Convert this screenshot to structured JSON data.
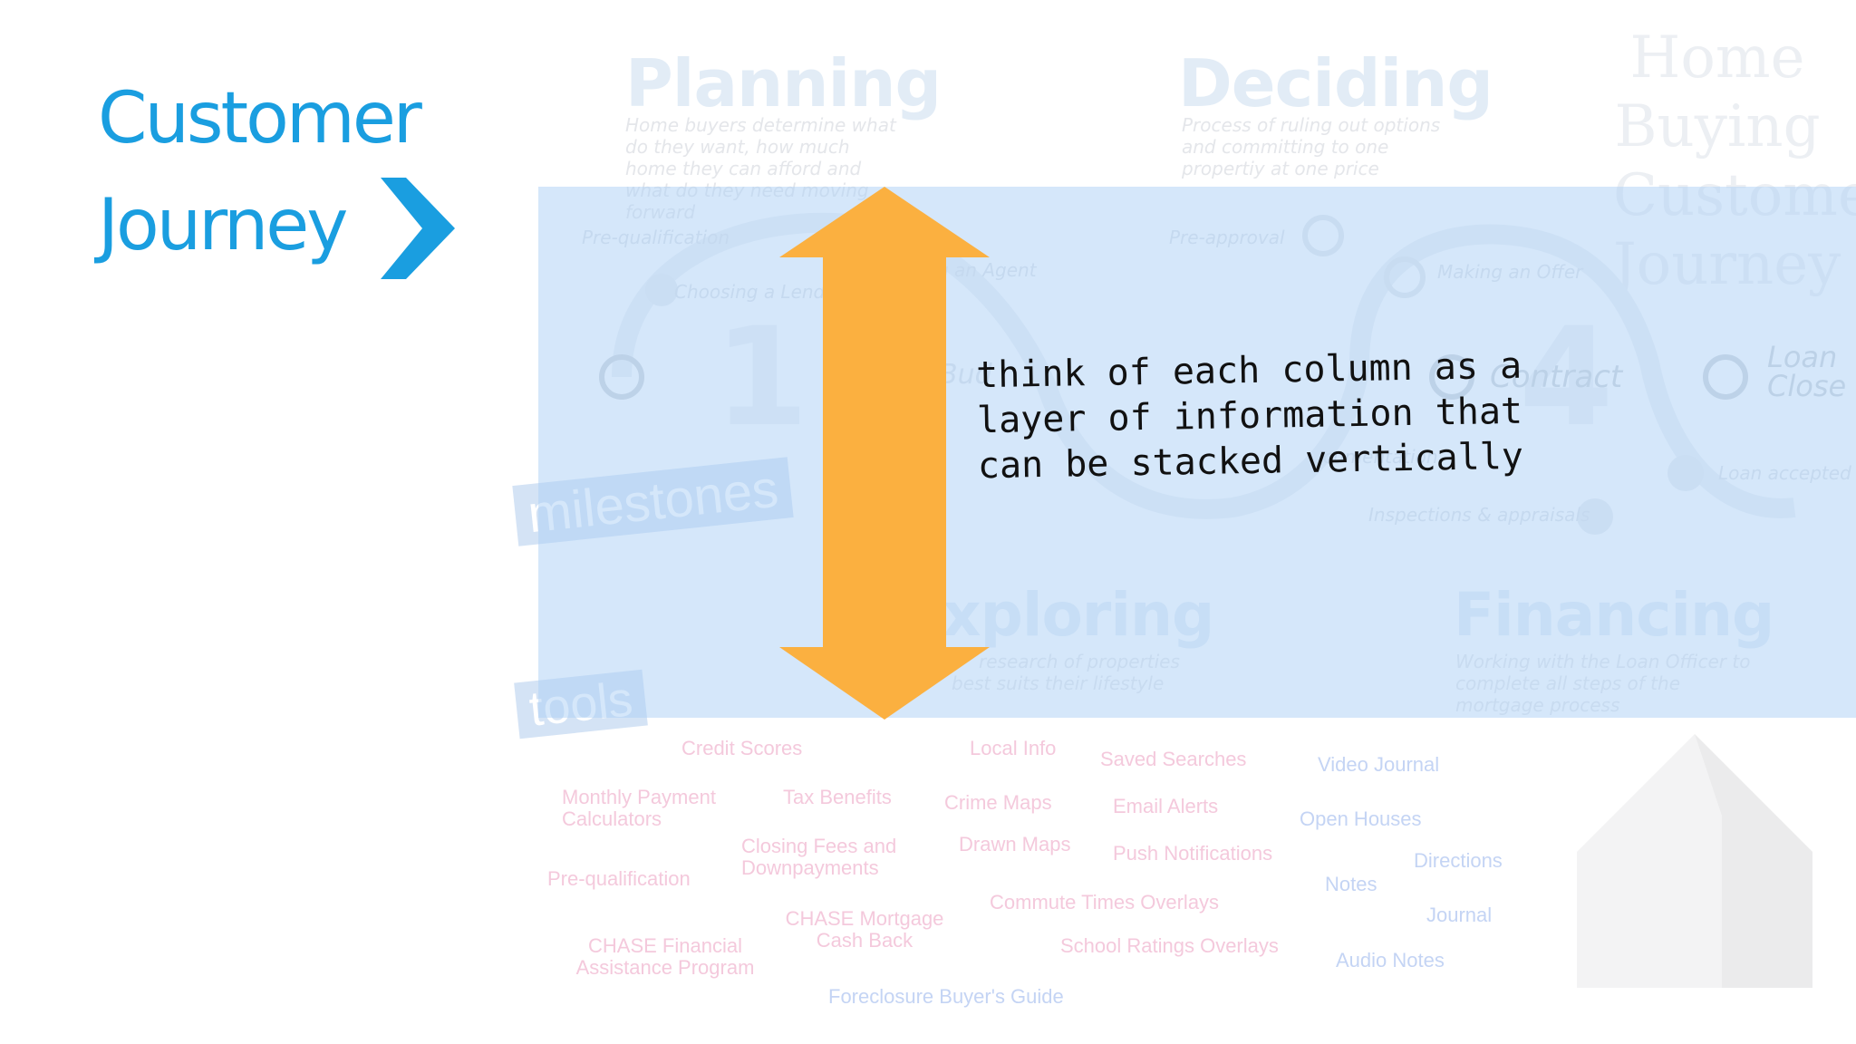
{
  "title": {
    "line1": "Customer",
    "line2": "Journey"
  },
  "colors": {
    "accent": "#1a9ee0",
    "stripe": "#abd0f6",
    "arrow": "#fbb040"
  },
  "phases": {
    "planning": {
      "title": "Planning",
      "desc": "Home buyers determine what do they want, how much home they can afford and what do they need moving forward"
    },
    "deciding": {
      "title": "Deciding",
      "desc": "Process of ruling out options and committing to one propertiy at one price"
    },
    "exploring": {
      "title": "xploring",
      "desc_line1": "research of properties",
      "desc_line2": "best suits their lifestyle"
    },
    "financing": {
      "title": "Financing",
      "desc": "Working with the Loan Officer to complete all steps of the mortgage process"
    }
  },
  "home_buying": {
    "line1": "Home",
    "line2": "Buying",
    "line3": "Customer",
    "line4": "Journey"
  },
  "steps": {
    "prequal": "Pre-qualification",
    "lender": "Choosing a Lender",
    "agent": "g an Agent",
    "preapproval": "Pre-approval",
    "offer": "Making an Offer",
    "contract": "Contract",
    "loan_close": "Loan Close",
    "loan_accepted": "Loan accepted",
    "inspections": "Inspections & appraisals",
    "documentation": "cumentation",
    "budget": "Bud",
    "num1": "1",
    "num4": "4"
  },
  "tags": {
    "milestones": "milestones",
    "tools": "tools"
  },
  "tools": {
    "credit_scores": "Credit Scores",
    "monthly_payment": "Monthly Payment Calculators",
    "tax_benefits": "Tax Benefits",
    "closing_fees": "Closing Fees and Downpayments",
    "prequal_tool": "Pre-qualification",
    "chase_mortgage": "CHASE Mortgage Cash Back",
    "chase_financial": "CHASE Financial Assistance Program",
    "foreclosure": "Foreclosure Buyer's Guide",
    "local_info": "Local Info",
    "crime_maps": "Crime Maps",
    "drawn_maps": "Drawn Maps",
    "commute": "Commute Times Overlays",
    "saved_searches": "Saved Searches",
    "email_alerts": "Email Alerts",
    "push_notifications": "Push Notifications",
    "school_ratings": "School Ratings Overlays",
    "video_journal": "Video Journal",
    "open_houses": "Open Houses",
    "notes": "Notes",
    "directions": "Directions",
    "journal": "Journal",
    "audio_notes": "Audio Notes"
  },
  "annotation": {
    "line1": "think of each  column as a",
    "line2": "layer of information that",
    "line3": "can be stacked vertically"
  }
}
